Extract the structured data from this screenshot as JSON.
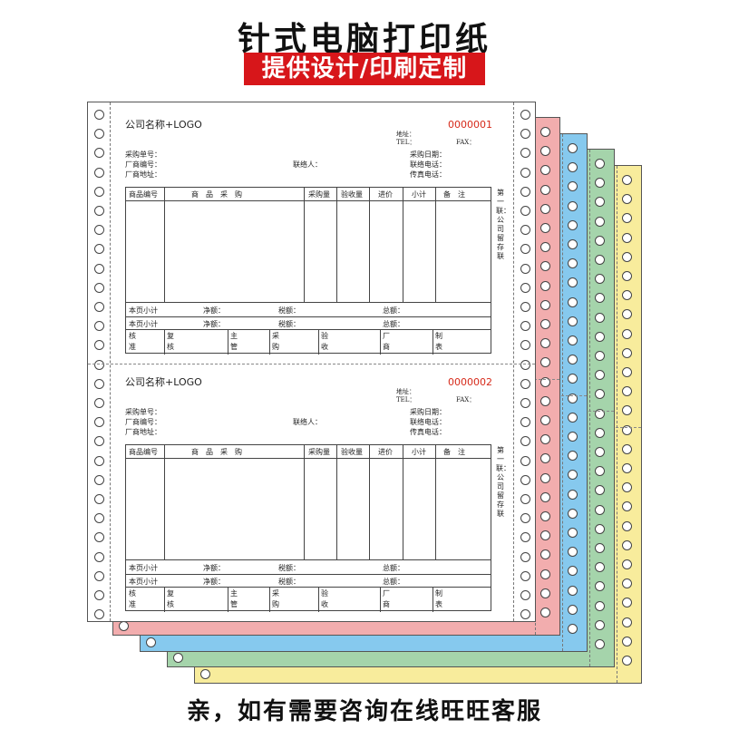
{
  "header": {
    "title": "针式电脑打印纸",
    "subtitle": "提供设计/印刷定制"
  },
  "footer": {
    "text": "亲，如有需要咨询在线旺旺客服"
  },
  "colors": {
    "pink": "#f2adae",
    "blue": "#86c9ee",
    "green": "#a5d4ab",
    "yellow": "#f8ec9c",
    "banner": "#d7161a",
    "serial": "#d62a1a"
  },
  "form": {
    "company": "公司名称+LOGO",
    "address": "地址：",
    "tel": "TEL：",
    "fax": "FAX：",
    "purchase_no": "采购单号：",
    "vendor_no": "厂商编号：",
    "vendor_addr": "厂商地址：",
    "contact": "联络人：",
    "purchase_date": "采购日期：",
    "phone": "联络电话：",
    "fax_no": "传真电话：",
    "columns": [
      "商品编号",
      "商　品　采　购",
      "采购量",
      "验收量",
      "进价",
      "小计",
      "备　注"
    ],
    "page_subtotal": "本页小计",
    "net": "净额：",
    "tax": "税额：",
    "total": "总额：",
    "sign": [
      "核准",
      "复核",
      "主管",
      "采购",
      "验收",
      "厂商",
      "制表"
    ],
    "copy_label": "第一联：公司留存联"
  },
  "forms": [
    {
      "serial": "0000001"
    },
    {
      "serial": "0000002"
    }
  ]
}
